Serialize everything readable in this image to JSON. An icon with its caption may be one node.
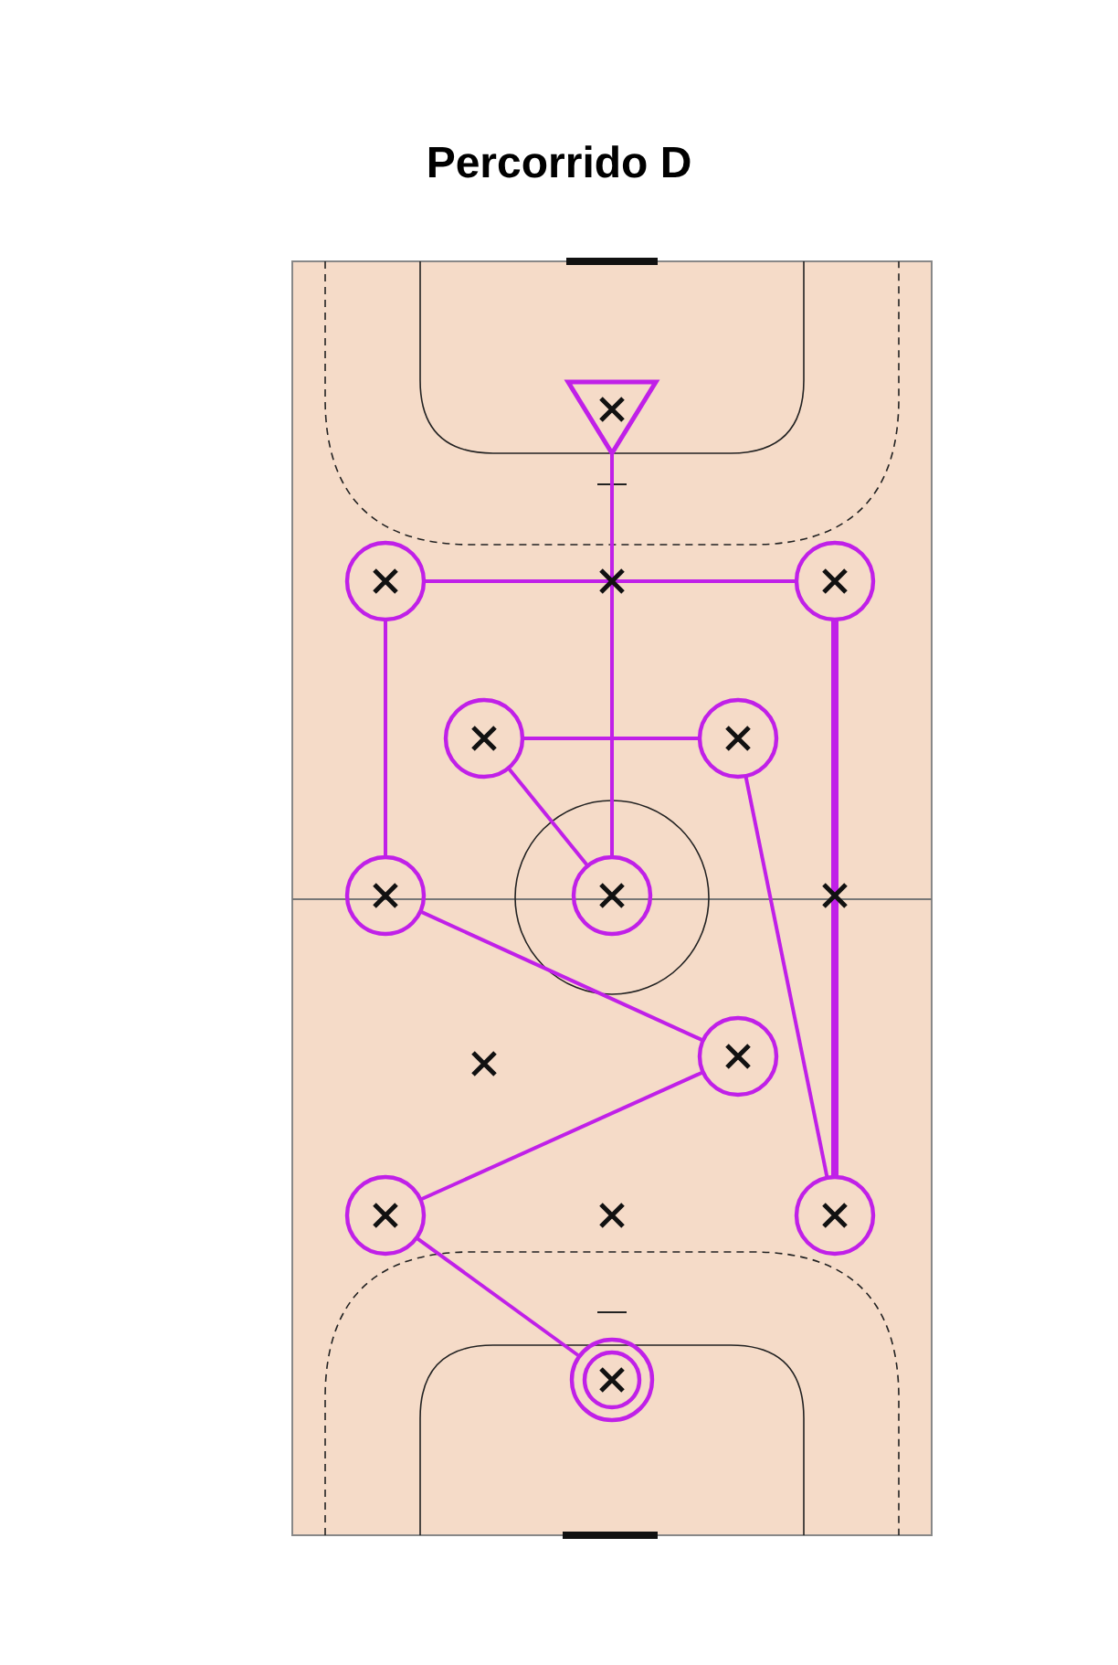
{
  "diagram": {
    "title": "Percorrido D",
    "nodes": [
      {
        "text": [],
        "shape": "triangle"
      },
      {
        "text": [],
        "shape": "circle"
      },
      {
        "text": [],
        "shape": "circle"
      },
      {
        "text": [],
        "shape": "circle"
      },
      {
        "text": [],
        "shape": "circle"
      },
      {
        "text": [],
        "shape": "circle"
      },
      {
        "text": [],
        "shape": "circle"
      },
      {
        "text": [],
        "shape": "circle"
      },
      {
        "text": [],
        "shape": "circle"
      },
      {
        "text": [],
        "shape": "circle"
      },
      {
        "text": [],
        "shape": "circle"
      }
    ],
    "edges": [
      {
        "from": 0,
        "to": 6,
        "arrow": "none"
      },
      {
        "from": 1,
        "to": 2,
        "arrow": "none"
      },
      {
        "from": 6,
        "to": 3,
        "arrow": "none"
      },
      {
        "from": 3,
        "to": 4,
        "arrow": "none"
      },
      {
        "from": 4,
        "to": 9,
        "arrow": "none"
      },
      {
        "from": 9,
        "to": 2,
        "arrow": "none",
        "style": "thick"
      },
      {
        "from": 1,
        "to": 5,
        "arrow": "none"
      },
      {
        "from": 5,
        "to": 7,
        "arrow": "none"
      },
      {
        "from": 7,
        "to": 8,
        "arrow": "none"
      },
      {
        "from": 8,
        "to": 10,
        "arrow": "none"
      }
    ]
  }
}
